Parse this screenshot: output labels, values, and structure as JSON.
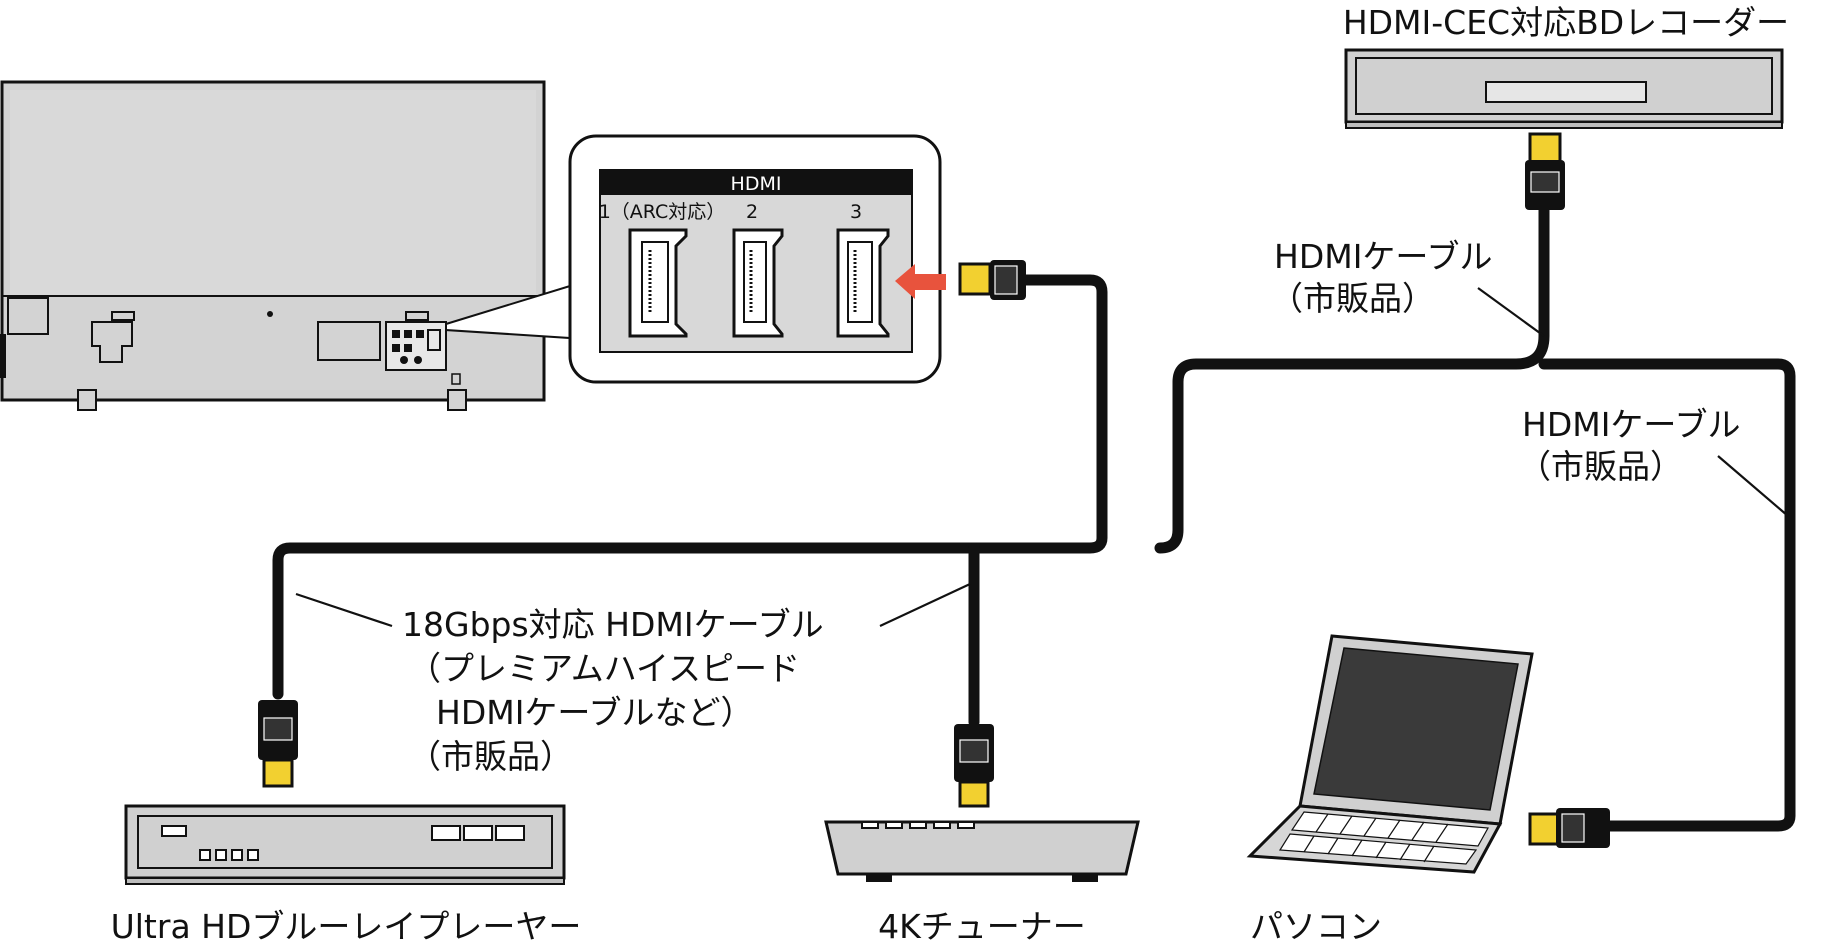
{
  "devices": {
    "bd_recorder": "HDMI-CEC対応BDレコーダー",
    "uhd_player": "Ultra HDブルーレイプレーヤー",
    "tuner_4k": "4Kチューナー",
    "pc": "パソコン"
  },
  "hdmi_panel": {
    "header": "HDMI",
    "ports": [
      "1（ARC対応）",
      "2",
      "3"
    ]
  },
  "cable_labels": {
    "bd_line1": "HDMIケーブル",
    "bd_line2": "（市販品）",
    "pc_line1": "HDMIケーブル",
    "pc_line2": "（市販品）",
    "main_line1": "18Gbps対応 HDMIケーブル",
    "main_line2": "（プレミアムハイスピード",
    "main_line3": "HDMIケーブルなど）",
    "main_line4": "（市販品）"
  },
  "colors": {
    "arrow": "#e8533d",
    "connector_tip": "#f2d030",
    "device_gray": "#d0d0d0",
    "panel_gray": "#d8d8d8"
  }
}
